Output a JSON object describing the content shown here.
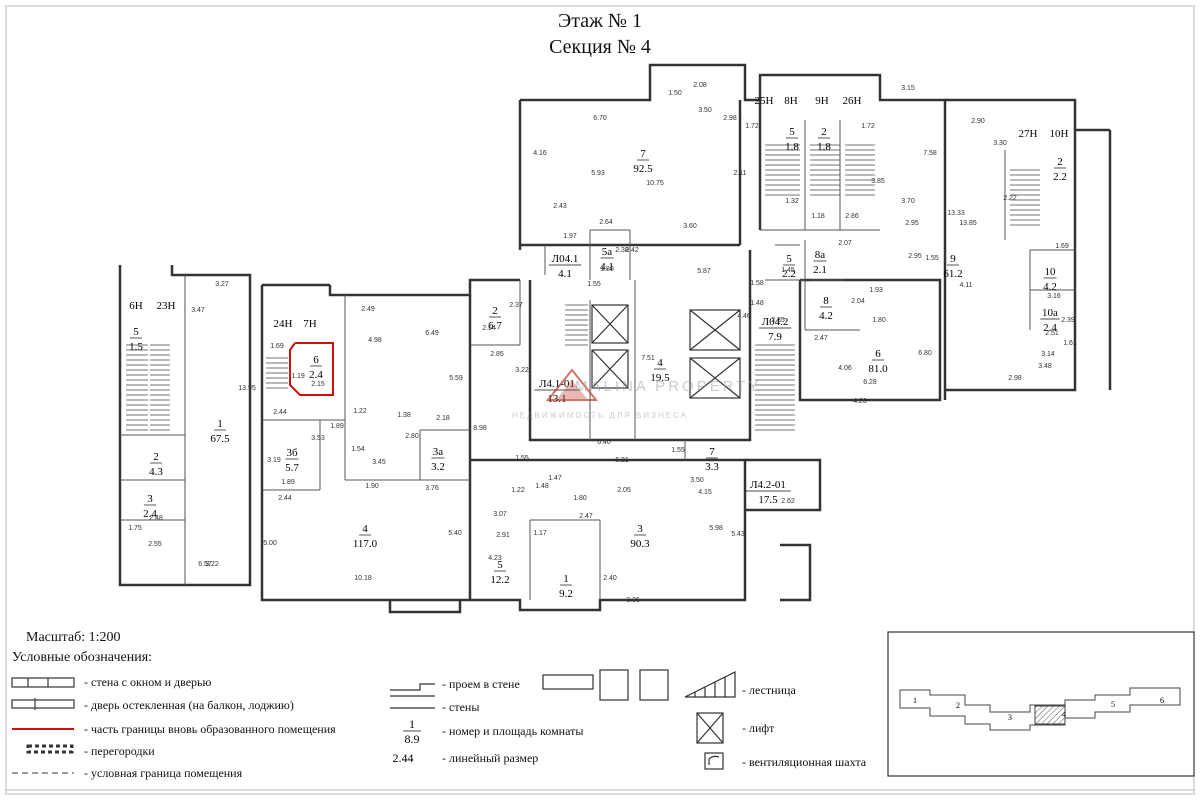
{
  "title": {
    "line1": "Этаж № 1",
    "line2": "Секция № 4"
  },
  "watermark": {
    "brand": "MALINA PROPERTY",
    "tagline": "НЕДВИЖИМОСТЬ ДЛЯ БИЗНЕСА"
  },
  "rooms": [
    {
      "num": "7",
      "area": "92.5"
    },
    {
      "num": "5",
      "area": "1.8"
    },
    {
      "num": "2",
      "area": "1.8"
    },
    {
      "num": "2",
      "area": "2.2"
    },
    {
      "num": "9",
      "area": "61.2"
    },
    {
      "num": "10",
      "area": "4.2"
    },
    {
      "num": "10а",
      "area": "2.4"
    },
    {
      "num": "Л04.1",
      "area": "4.1"
    },
    {
      "num": "5а",
      "area": "4.1"
    },
    {
      "num": "5",
      "area": "2.2"
    },
    {
      "num": "8а",
      "area": "2.1"
    },
    {
      "num": "8",
      "area": "4.2"
    },
    {
      "num": "6",
      "area": "81.0"
    },
    {
      "num": "Л04.2",
      "area": "7.9"
    },
    {
      "num": "2",
      "area": "6.7"
    },
    {
      "num": "6",
      "area": "2.4"
    },
    {
      "num": "4",
      "area": "19.5"
    },
    {
      "num": "Л4.1-01",
      "area": "13.1"
    },
    {
      "num": "5",
      "area": "1.5"
    },
    {
      "num": "1",
      "area": "67.5"
    },
    {
      "num": "2",
      "area": "4.3"
    },
    {
      "num": "3",
      "area": "2.4"
    },
    {
      "num": "3б",
      "area": "5.7"
    },
    {
      "num": "3а",
      "area": "3.2"
    },
    {
      "num": "7",
      "area": "3.3"
    },
    {
      "num": "Л4.2-01",
      "area": "17.5"
    },
    {
      "num": "4",
      "area": "117.0"
    },
    {
      "num": "3",
      "area": "90.3"
    },
    {
      "num": "5",
      "area": "12.2"
    },
    {
      "num": "1",
      "area": "9.2"
    }
  ],
  "stair_labels": [
    "6Н",
    "23Н",
    "24Н",
    "7Н",
    "25Н",
    "8Н",
    "9Н",
    "26Н",
    "27Н",
    "10Н"
  ],
  "dims": [
    "6.70",
    "2.08",
    "3.50",
    "2.98",
    "1.50",
    "4.16",
    "5.93",
    "10.75",
    "2.43",
    "1.97",
    "2.64",
    "2.38",
    "3.60",
    "2.11",
    "1.72",
    "1.32",
    "1.18",
    "2.86",
    "1.72",
    "3.15",
    "7.58",
    "3.70",
    "2.95",
    "2.95",
    "3.85",
    "2.07",
    "1.55",
    "2.90",
    "3.30",
    "13.33",
    "13.85",
    "2.22",
    "4.11",
    "1.69",
    "3.16",
    "2.39",
    "2.51",
    "1.61",
    "3.48",
    "3.14",
    "2.98",
    "3.27",
    "3.47",
    "13.95",
    "1.75",
    "2.55",
    "6.57",
    "3.22",
    "2.48",
    "1.69",
    "2.44",
    "1.19",
    "2.15",
    "2.49",
    "6.49",
    "4.98",
    "5.59",
    "1.22",
    "1.38",
    "2.18",
    "2.80",
    "1.89",
    "3.45",
    "3.19",
    "3.53",
    "1.54",
    "1.89",
    "1.90",
    "3.76",
    "2.44",
    "5.00",
    "5.40",
    "10.18",
    "2.37",
    "2.54",
    "2.85",
    "3.22",
    "5.87",
    "1.80",
    "1.55",
    "1.58",
    "1.48",
    "4.46",
    "7.51",
    "6.40",
    "8.98",
    "1.55",
    "1.48",
    "1.47",
    "1.22",
    "6.21",
    "1.55",
    "3.50",
    "1.80",
    "2.05",
    "4.15",
    "3.07",
    "2.47",
    "2.91",
    "1.17",
    "4.23",
    "5.98",
    "5.43",
    "2.40",
    "3.36",
    "2.35",
    "2.47",
    "2.04",
    "1.80",
    "1.93",
    "4.06",
    "4.26",
    "6.80",
    "6.28",
    "2.62",
    "2.42",
    "1.45"
  ],
  "legend": {
    "scale": "Масштаб: 1:200",
    "title": "Условные обозначения:",
    "items": [
      "- стена с окном и дверью",
      "- дверь остекленная (на балкон, лоджию)",
      "- часть границы вновь образованного помещения",
      "- перегородки",
      "- условная граница помещения",
      "- проем в стене",
      "- стены",
      "- номер и площадь комнаты",
      "- линейный размер",
      "- лестница",
      "- лифт",
      "- вентиляционная шахта"
    ],
    "sample_num": "1",
    "sample_area": "8.9",
    "sample_dim": "2.44"
  },
  "keyplan": {
    "sections": [
      "1",
      "2",
      "3",
      "4",
      "5",
      "6"
    ]
  },
  "colors": {
    "line": "#333333",
    "highlight": "#cc1111",
    "watermark_red": "#c0392b"
  }
}
